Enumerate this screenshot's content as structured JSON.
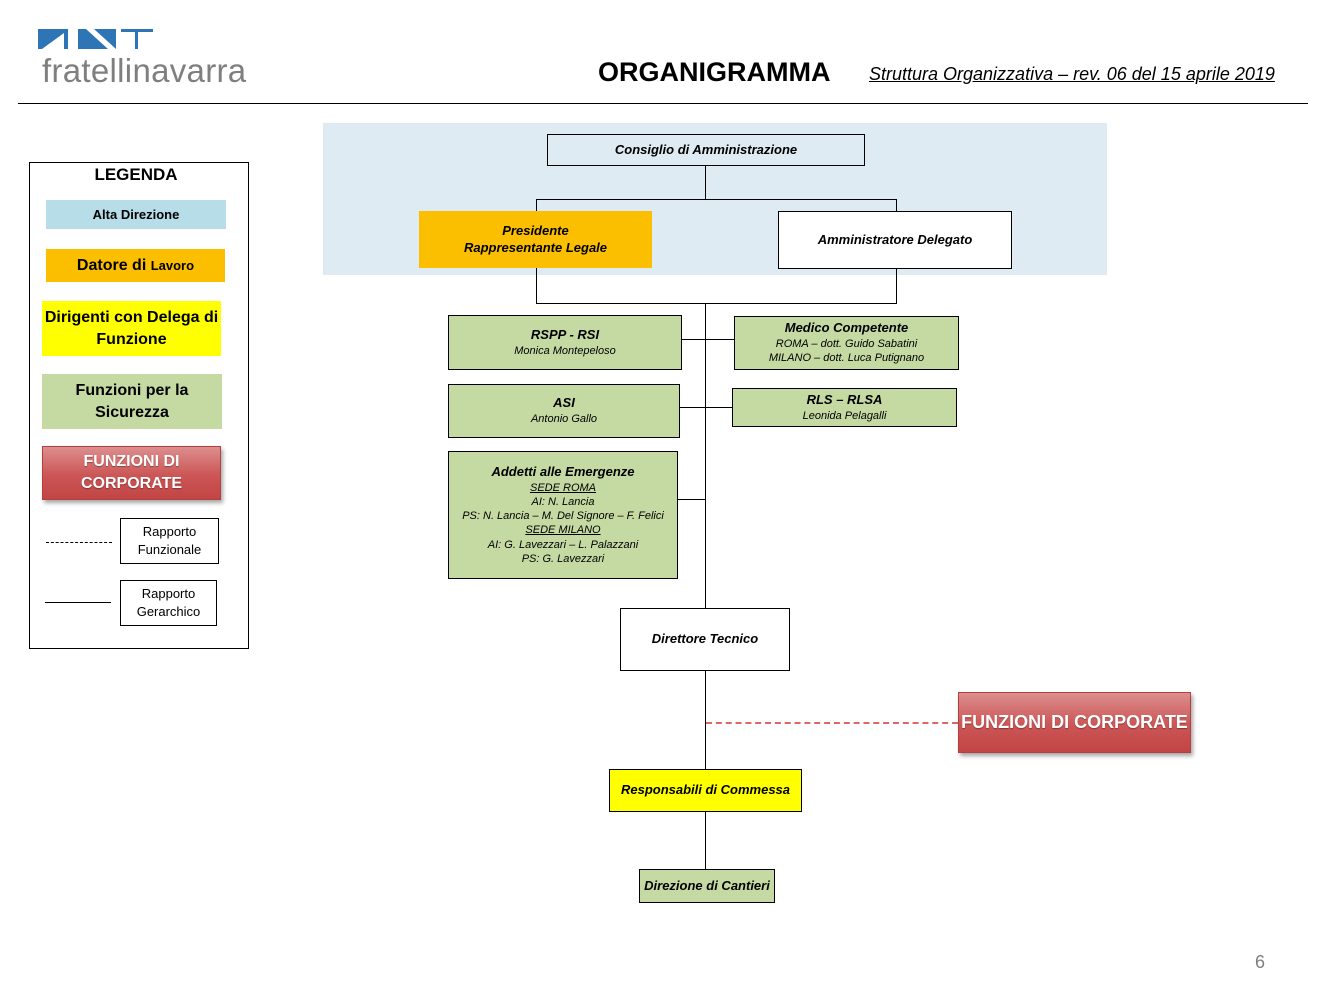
{
  "header": {
    "logo_text_a": "fratelli",
    "logo_text_b": "navarra",
    "title": "ORGANIGRAMMA",
    "subtitle": "Struttura Organizzativa – rev. 06 del 15 aprile 2019"
  },
  "legend": {
    "title": "LEGENDA",
    "items": [
      {
        "label": "Alta Direzione",
        "color": "#b7dde8"
      },
      {
        "label_a": "Datore di",
        "label_b": "Lavoro",
        "color": "#fbbf00"
      },
      {
        "label": "Dirigenti con Delega di Funzione",
        "color": "#ffff00"
      },
      {
        "label": "Funzioni per la Sicurezza",
        "color": "#c5d9a3"
      },
      {
        "label": "FUNZIONI DI CORPORATE",
        "color": "#cc5555"
      }
    ],
    "line_functional": "Rapporto Funzionale",
    "line_hierarchical": "Rapporto Gerarchico"
  },
  "chart": {
    "board": "Consiglio di Amministrazione",
    "president_1": "Presidente",
    "president_2": "Rappresentante Legale",
    "ceo": "Amministratore Delegato",
    "rspp_title": "RSPP - RSI",
    "rspp_name": "Monica Montepeloso",
    "medico_title": "Medico Competente",
    "medico_roma": "ROMA – dott. Guido Sabatini",
    "medico_milano": "MILANO – dott. Luca Putignano",
    "asi_title": "ASI",
    "asi_name": "Antonio Gallo",
    "rls_title": "RLS – RLSA",
    "rls_name": "Leonida Pelagalli",
    "emerg_title": "Addetti alle Emergenze",
    "emerg_roma": "SEDE ROMA",
    "emerg_roma_ai": "AI: N. Lancia",
    "emerg_roma_ps": "PS: N. Lancia – M. Del Signore – F. Felici",
    "emerg_milano": "SEDE MILANO",
    "emerg_milano_ai": "AI: G. Lavezzari – L. Palazzani",
    "emerg_milano_ps": "PS: G. Lavezzari",
    "tech_dir": "Direttore Tecnico",
    "corporate": "FUNZIONI DI CORPORATE",
    "commessa": "Responsabili di Commessa",
    "cantieri": "Direzione di Cantieri"
  },
  "page_number": "6"
}
